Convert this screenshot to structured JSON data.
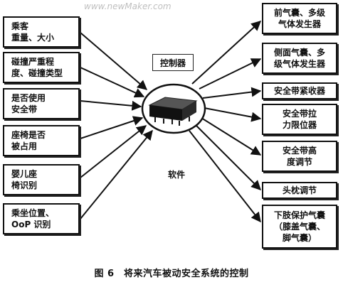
{
  "watermark": "www.newMaker.com",
  "center": {
    "controller_label": "控制器",
    "software_label": "软件"
  },
  "inputs": [
    "乘客\n重量、大小",
    "碰撞严重程\n度、碰撞类型",
    "是否使用\n安全带",
    "座椅是否\n被占用",
    "婴儿座\n椅识别",
    "乘坐位置、\nOoP 识别"
  ],
  "outputs": [
    "前气囊、多级\n气体发生器",
    "侧面气囊、多\n级气体发生器",
    "安全带紧收器",
    "安全带拉\n力限位器",
    "安全带高\n度调节",
    "头枕调节",
    "下肢保护气囊\n（膝盖气囊、\n脚气囊）"
  ],
  "caption": "图 6　将来汽车被动安全系统的控制"
}
